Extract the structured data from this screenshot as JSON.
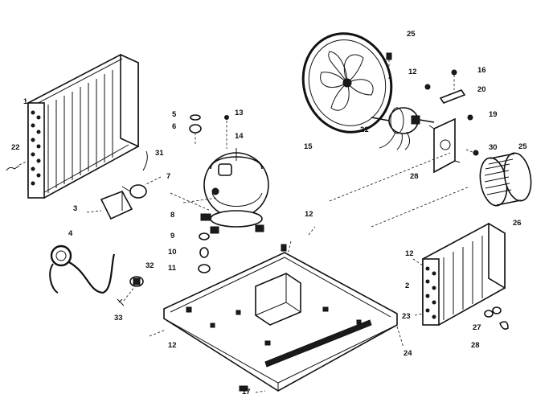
{
  "labels": {
    "l1": "1",
    "l2": "2",
    "l3": "3",
    "l4": "4",
    "l5": "5",
    "l6": "6",
    "l7": "7",
    "l8": "8",
    "l9": "9",
    "l10": "10",
    "l11": "11",
    "l12a": "12",
    "l12b": "12",
    "l12c": "12",
    "l12d": "12",
    "l13": "13",
    "l14": "14",
    "l15": "15",
    "l16": "16",
    "l17": "17",
    "l19": "19",
    "l20": "20",
    "l21": "21",
    "l22": "22",
    "l23": "23",
    "l24": "24",
    "l25a": "25",
    "l25b": "25",
    "l26": "26",
    "l27": "27",
    "l28a": "28",
    "l28b": "28",
    "l30": "30",
    "l31": "31",
    "l32": "32",
    "l33": "33"
  }
}
